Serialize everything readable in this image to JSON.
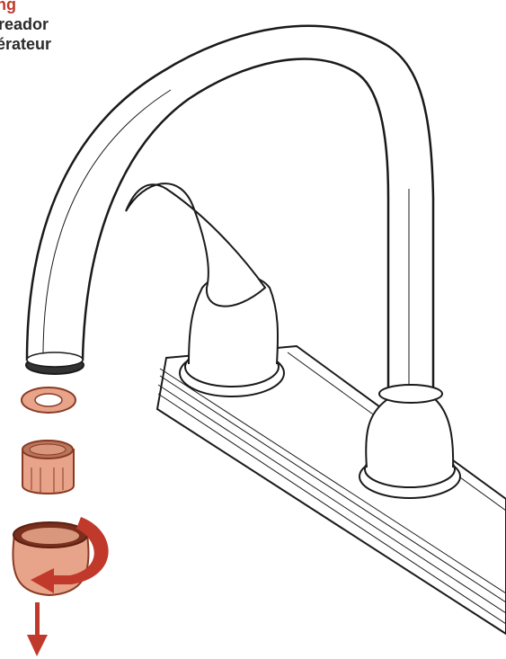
{
  "caption": {
    "en": "ng",
    "es": "reador",
    "fr": "érateur"
  },
  "colors": {
    "accent": "#c0392b",
    "part_fill": "#e8a48a",
    "part_stroke": "#8a3a22",
    "line": "#1a1a1a"
  },
  "icons": [
    "rotate-arrow-icon",
    "down-arrow-icon"
  ]
}
